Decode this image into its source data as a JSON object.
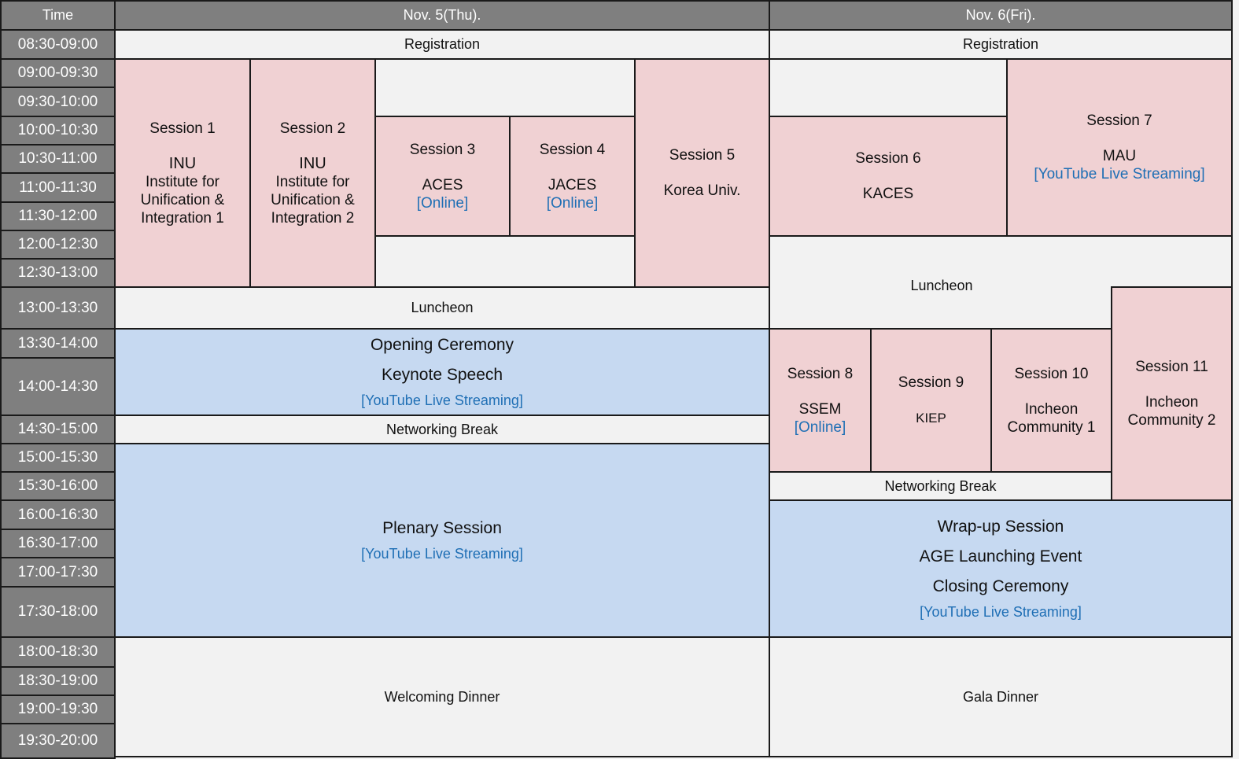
{
  "header": {
    "time": "Time",
    "day1": "Nov. 5(Thu).",
    "day2": "Nov. 6(Fri)."
  },
  "times": [
    "08:30-09:00",
    "09:00-09:30",
    "09:30-10:00",
    "10:00-10:30",
    "10:30-11:00",
    "11:00-11:30",
    "11:30-12:00",
    "12:00-12:30",
    "12:30-13:00",
    "13:00-13:30",
    "13:30-14:00",
    "14:00-14:30",
    "14:30-15:00",
    "15:00-15:30",
    "15:30-16:00",
    "16:00-16:30",
    "16:30-17:00",
    "17:00-17:30",
    "17:30-18:00",
    "18:00-18:30",
    "18:30-19:00",
    "19:00-19:30",
    "19:30-20:00"
  ],
  "day1": {
    "registration": "Registration",
    "session1": {
      "title": "Session 1",
      "org": "INU",
      "lines": [
        "Institute for",
        "Unification &",
        "Integration 1"
      ]
    },
    "session2": {
      "title": "Session 2",
      "org": "INU",
      "lines": [
        "Institute for",
        "Unification &",
        "Integration 2"
      ]
    },
    "session3": {
      "title": "Session 3",
      "org": "ACES",
      "note": "[Online]"
    },
    "session4": {
      "title": "Session 4",
      "org": "JACES",
      "note": "[Online]"
    },
    "session5": {
      "title": "Session 5",
      "org": "Korea Univ."
    },
    "luncheon": "Luncheon",
    "opening": {
      "l1": "Opening Ceremony",
      "l2": "Keynote Speech",
      "stream": "[YouTube Live Streaming]"
    },
    "break": "Networking Break",
    "plenary": {
      "l1": "Plenary Session",
      "stream": "[YouTube Live Streaming]"
    },
    "dinner": "Welcoming Dinner"
  },
  "day2": {
    "registration": "Registration",
    "session6": {
      "title": "Session 6",
      "org": "KACES"
    },
    "session7": {
      "title": "Session 7",
      "org": "MAU",
      "stream": "[YouTube Live Streaming]"
    },
    "luncheon": "Luncheon",
    "session8": {
      "title": "Session 8",
      "org": "SSEM",
      "note": "[Online]"
    },
    "session9": {
      "title": "Session 9",
      "org": "KIEP"
    },
    "session10": {
      "title": "Session 10",
      "lines": [
        "Incheon",
        "Community 1"
      ]
    },
    "session11": {
      "title": "Session 11",
      "lines": [
        "Incheon",
        "Community 2"
      ]
    },
    "break": "Networking Break",
    "wrapup": {
      "l1": "Wrap-up Session",
      "l2": "AGE Launching Event",
      "l3": "Closing Ceremony",
      "stream": "[YouTube Live Streaming]"
    },
    "dinner": "Gala Dinner"
  }
}
